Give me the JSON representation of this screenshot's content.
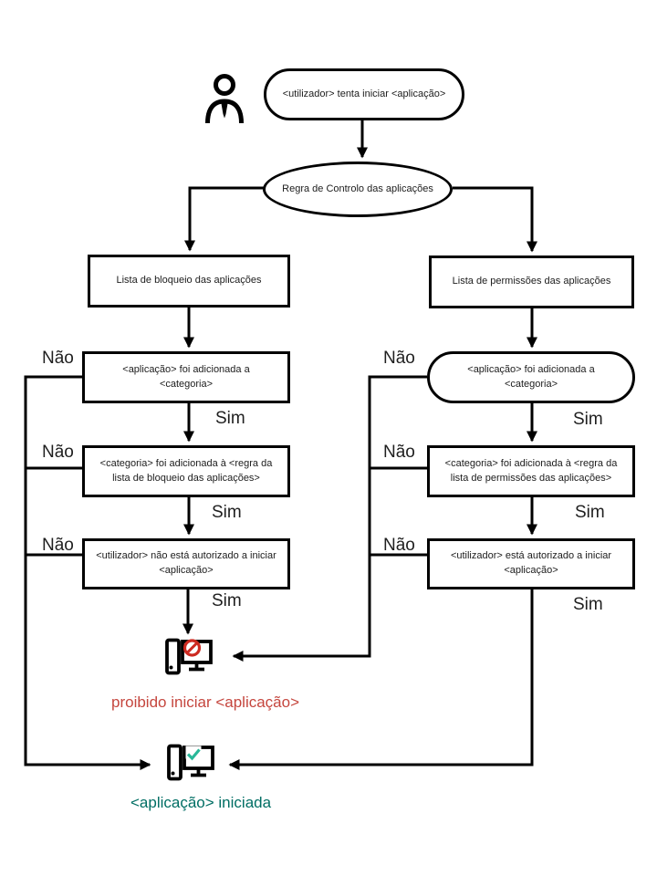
{
  "diagram": {
    "nodes": {
      "start": {
        "label": "<utilizador> tenta iniciar <aplicação>"
      },
      "rule": {
        "label": "Regra de Controlo das aplicações"
      },
      "blocklist": {
        "label": "Lista de bloqueio das aplicações"
      },
      "allowlist": {
        "label": "Lista de permissões das aplicações"
      },
      "block_app_in_category": {
        "label": "<aplicação> foi adicionada a <categoria>"
      },
      "block_category_in_rule": {
        "label": "<categoria> foi adicionada à <regra da lista de bloqueio das aplicações>"
      },
      "block_user_not_allowed": {
        "label": "<utilizador> não está autorizado a iniciar <aplicação>"
      },
      "allow_app_in_category": {
        "label": "<aplicação> foi adicionada a <categoria>"
      },
      "allow_category_in_rule": {
        "label": "<categoria> foi adicionada à <regra da lista de permissões das aplicações>"
      },
      "allow_user_allowed": {
        "label": "<utilizador> está autorizado a iniciar <aplicação>"
      },
      "blocked_result": {
        "label": "proibido iniciar <aplicação>"
      },
      "started_result": {
        "label": "<aplicação> iniciada"
      }
    },
    "edge_labels": {
      "no": "Não",
      "yes": "Sim"
    },
    "icons": {
      "person": "person-icon",
      "blocked_computer": "computer-blocked-icon",
      "started_computer": "computer-started-icon"
    },
    "colors": {
      "line": "#000000",
      "text": "#1c1c1c",
      "blocked_text": "#c5463e",
      "prohibition_sign": "#cd2a21",
      "started_text": "#006e64",
      "checkmark": "#29b899"
    }
  }
}
